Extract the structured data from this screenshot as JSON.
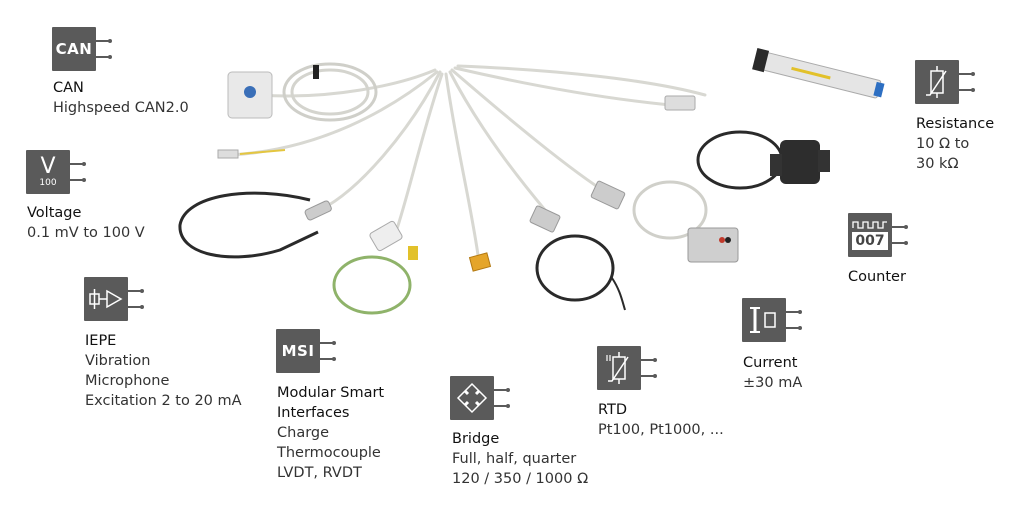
{
  "signals": {
    "can": {
      "icon_text": "CAN",
      "title": "CAN",
      "lines": [
        "Highspeed CAN2.0"
      ]
    },
    "voltage": {
      "icon_text": "V",
      "icon_sub": "100",
      "title": "Voltage",
      "lines": [
        "0.1 mV to 100 V"
      ]
    },
    "iepe": {
      "title": "IEPE",
      "lines": [
        "Vibration",
        "Microphone",
        "Excitation 2 to 20 mA"
      ]
    },
    "msi": {
      "icon_text": "MSI",
      "title_lines": [
        "Modular Smart",
        "Interfaces"
      ],
      "lines": [
        "Charge",
        "Thermocouple",
        "LVDT, RVDT"
      ]
    },
    "bridge": {
      "title": "Bridge",
      "lines": [
        "Full, half, quarter",
        "120 / 350 / 1000 Ω"
      ]
    },
    "rtd": {
      "title": "RTD",
      "lines": [
        "Pt100, Pt1000, ..."
      ]
    },
    "current": {
      "title": "Current",
      "lines": [
        "±30 mA"
      ]
    },
    "counter": {
      "icon_text": "007",
      "title": "Counter",
      "lines": []
    },
    "resistance": {
      "title": "Resistance",
      "lines": [
        "10 Ω to",
        "30 kΩ"
      ]
    }
  },
  "colors": {
    "icon": "#5a5a5a",
    "cable": "#d8d8d2",
    "black_cable": "#2a2a2a",
    "green_cable": "#8fb36a"
  }
}
